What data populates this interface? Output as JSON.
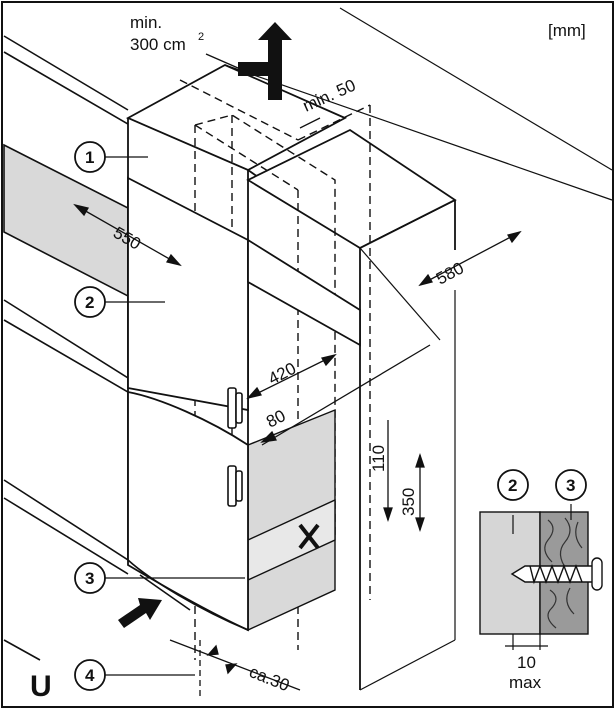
{
  "diagram": {
    "unit_label": "[mm]",
    "ventilation": {
      "line1": "min.",
      "line2": "300 cm",
      "superscript": "2"
    },
    "dimensions": {
      "top_gap": "min. 50",
      "cabinet_width": "550",
      "depth": "580",
      "niche_width": "420",
      "offset_80": "80",
      "height_110": "110",
      "height_350": "350",
      "bottom_gap": "ca.30"
    },
    "callouts": [
      "1",
      "2",
      "3",
      "4"
    ],
    "detail": {
      "callouts": [
        "2",
        "3"
      ],
      "screw_depth_value": "10",
      "screw_depth_label": "max"
    },
    "corner_symbol": "U",
    "colors": {
      "line": "#111111",
      "shade": "#d9d9d9",
      "wood": "#9a9a9a",
      "panel": "#d6d6d6"
    }
  }
}
